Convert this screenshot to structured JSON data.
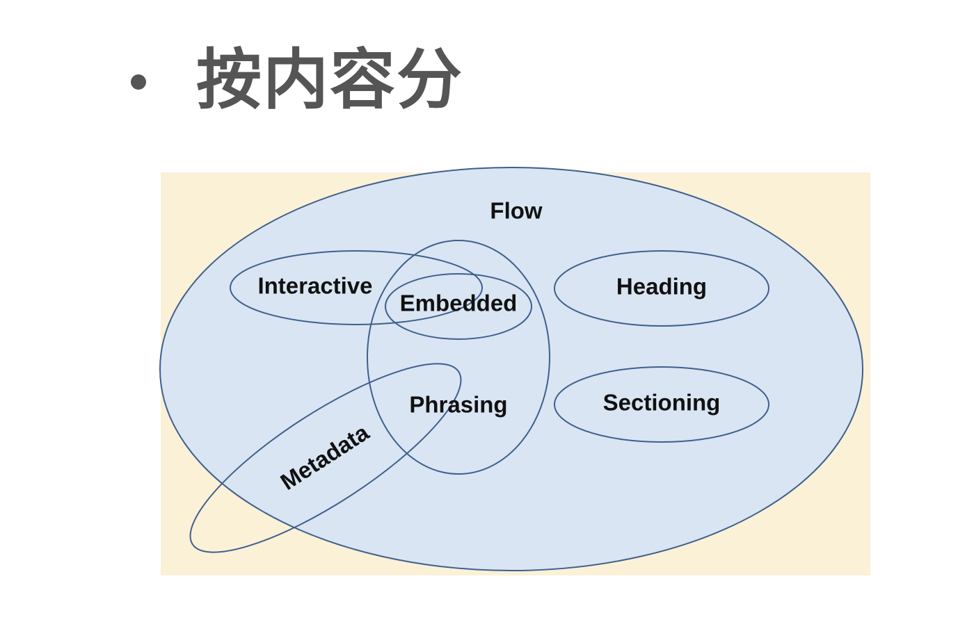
{
  "slide": {
    "heading": "按内容分"
  },
  "diagram": {
    "colors": {
      "background": "#fbf1d7",
      "fill": "#d9e5f3",
      "stroke": "#3f5f8c",
      "text": "#111111",
      "heading": "#555555"
    },
    "labels": {
      "flow": "Flow",
      "interactive": "Interactive",
      "embedded": "Embedded",
      "heading": "Heading",
      "phrasing": "Phrasing",
      "sectioning": "Sectioning",
      "metadata": "Metadata"
    }
  }
}
